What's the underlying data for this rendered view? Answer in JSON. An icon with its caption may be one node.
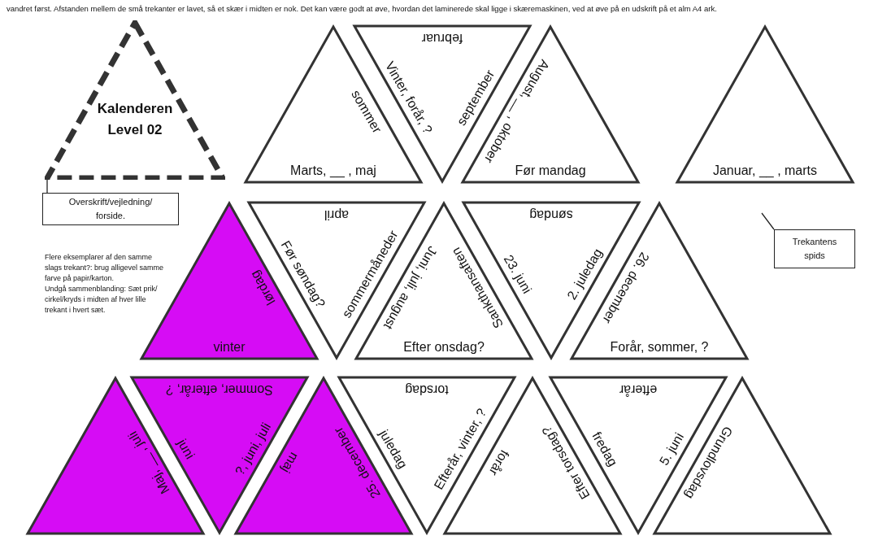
{
  "diagram": {
    "nodes": [
      {
        "text": [
          "Kalenderen Level 02"
        ]
      },
      {
        "text": [
          "sommer",
          "Marts, __ , maj"
        ]
      },
      {
        "text": [
          "februar",
          "Vinter, forår, ?",
          "september"
        ]
      },
      {
        "text": [
          "August, __ , oktober",
          "Før mandag"
        ]
      },
      {
        "text": [
          "Januar, __ , marts"
        ]
      },
      {
        "text": [
          "Overskrift/vejledning/ forside."
        ]
      },
      {
        "text": [
          "lørdag",
          "vinter"
        ]
      },
      {
        "text": [
          "april",
          "Før søndag?",
          "sommermåneder"
        ]
      },
      {
        "text": [
          "Juni, juli, august",
          "Sankthansaften",
          "Efter onsdag?"
        ]
      },
      {
        "text": [
          "søndag",
          "23. juni",
          "2. juledag"
        ]
      },
      {
        "text": [
          "26. december",
          "Forår, sommer, ?"
        ]
      },
      {
        "text": [
          "Trekantens spids"
        ]
      },
      {
        "text": [
          "Maj, __ , juli"
        ]
      },
      {
        "text": [
          "Sommer, efterår, ?",
          "juni",
          "?, juni, juli"
        ]
      },
      {
        "text": [
          "maj",
          "25. december"
        ]
      },
      {
        "text": [
          "torsdag",
          "juledag",
          "Efterår, vinter, ?"
        ]
      },
      {
        "text": [
          "forår",
          "Efter torsdag?"
        ]
      },
      {
        "text": [
          "efterår",
          "fredag",
          "5. juni"
        ]
      },
      {
        "text": [
          "Grundlovsdag"
        ]
      }
    ],
    "edges": [
      {
        "from": 5,
        "to": 0,
        "arrow": "none"
      },
      {
        "from": 11,
        "to": null,
        "arrow": "none"
      }
    ],
    "labels": [
      "vandret først. Afstanden mellem de små trekanter er lavet, så et skær i midten er nok. Det kan være godt at øve, hvordan det laminerede skal ligge i skæremaskinen, ved at øve på en udskrift på et alm A4 ark.",
      "Flere eksemplarer af den samme slags trekant?: brug alligevel samme farve på papir/karton.",
      "Undgå sammenblanding: Sæt prik/ cirkel/kryds i midten af hver lille trekant i hvert sæt."
    ]
  }
}
